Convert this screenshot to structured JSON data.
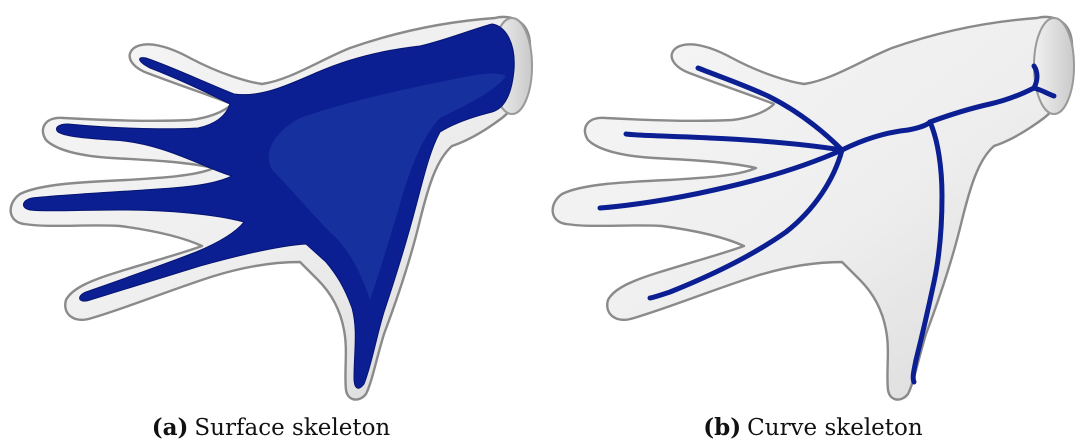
{
  "figure": {
    "subfigures": [
      {
        "label": "(a)",
        "caption": "Surface skeleton",
        "skeleton_color": "#0a1f8f"
      },
      {
        "label": "(b)",
        "caption": "Curve skeleton",
        "skeleton_color": "#0a1f8f"
      }
    ]
  }
}
